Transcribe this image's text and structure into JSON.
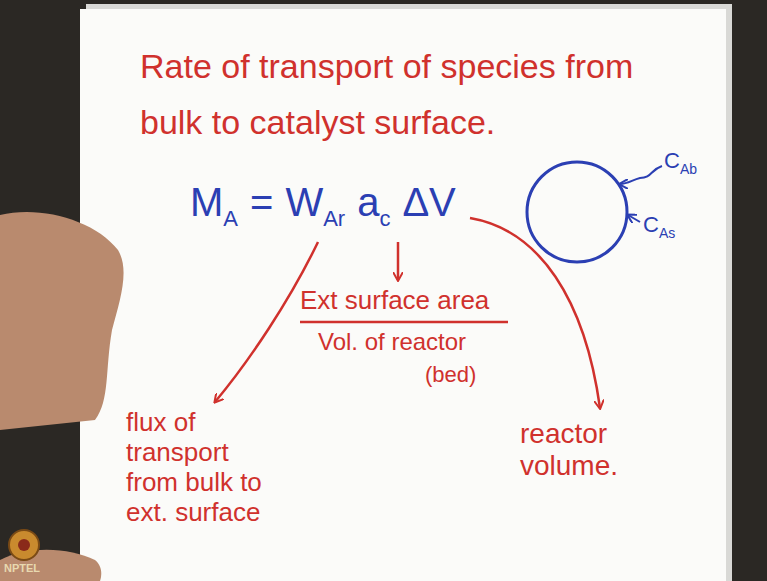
{
  "diagram": {
    "title": "Rate of transport of species from bulk to catalyst surface.",
    "labels": [
      "M",
      "A",
      "=",
      "W",
      "Ar",
      "a",
      "c",
      "ΔV",
      "C",
      "Ab",
      "C",
      "As",
      "Ext surface area",
      "Vol. of reactor",
      "(bed)",
      "flux of transport from bulk to ext. surface",
      "reactor volume.",
      "NPTEL"
    ]
  }
}
